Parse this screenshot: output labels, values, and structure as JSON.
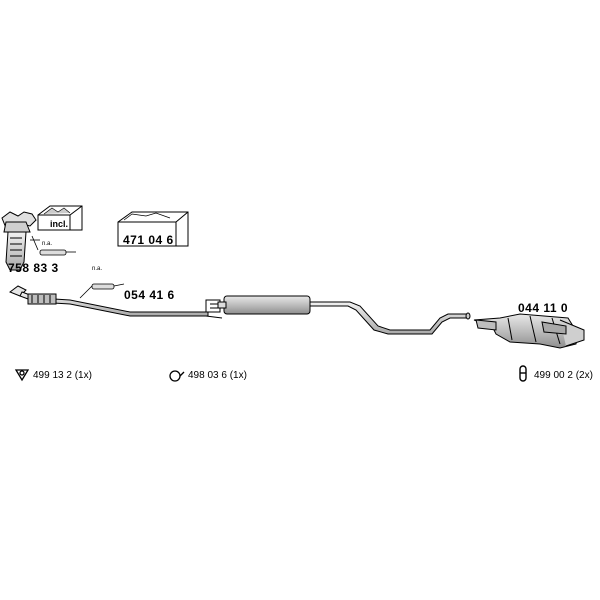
{
  "parts": {
    "manifold_cat": "758 83 3",
    "front_pipe": "054 41 6",
    "mounting_kit": "471 04 6",
    "rear_silencer": "044 11 0",
    "incl_label": "incl.",
    "na_label_1": "n.a.",
    "na_label_2": "n.a."
  },
  "legend": {
    "gasket": "499 13 2 (1x)",
    "clamp": "498 03 6 (1x)",
    "rubber_mount": "499 00 2 (2x)"
  },
  "colors": {
    "line": "#000000",
    "pipe_fill": "#d9d9d9",
    "muffler_fill": "#c9c9c9",
    "background": "#ffffff"
  }
}
